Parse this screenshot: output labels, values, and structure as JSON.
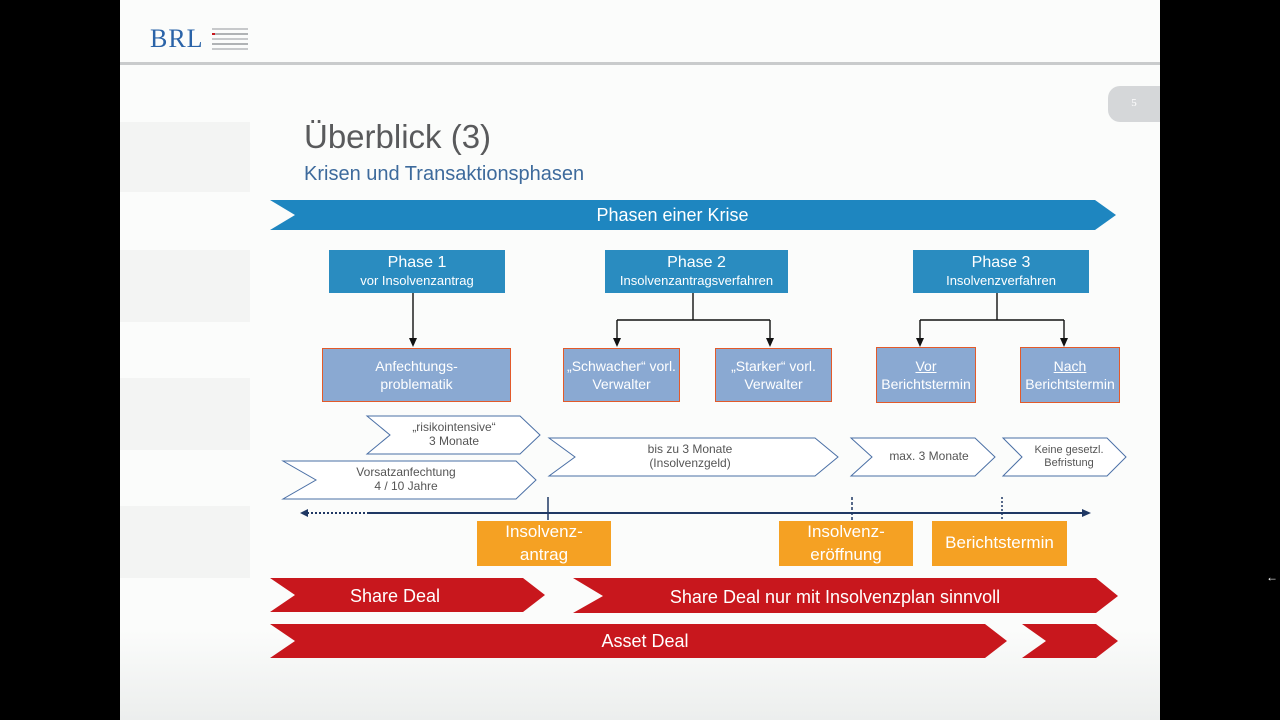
{
  "header": {
    "logo_text": "BRL",
    "page_number": "5"
  },
  "title": "Überblick (3)",
  "subtitle": "Krisen und Transaktionsphasen",
  "crisis_banner": "Phasen einer Krise",
  "phases": [
    {
      "title": "Phase 1",
      "subtitle": "vor Insolvenzantrag"
    },
    {
      "title": "Phase 2",
      "subtitle": "Insolvenzantragsverfahren"
    },
    {
      "title": "Phase 3",
      "subtitle": "Insolvenzverfahren"
    }
  ],
  "sub_boxes": {
    "anfechtung": {
      "line1": "Anfechtungs-",
      "line2": "problematik"
    },
    "schwacher": {
      "line1": "„Schwacher“ vorl.",
      "line2": "Verwalter"
    },
    "starker": {
      "line1": "„Starker“ vorl.",
      "line2": "Verwalter"
    },
    "vor": {
      "line1": "Vor",
      "line2": "Berichtstermin"
    },
    "nach": {
      "line1": "Nach",
      "line2": "Berichtstermin"
    }
  },
  "periods": {
    "risiko": {
      "line1": "„risikointensive“",
      "line2": "3 Monate"
    },
    "vorsatz": {
      "line1": "Vorsatzanfechtung",
      "line2": "4 / 10 Jahre"
    },
    "bis3": {
      "line1": "bis zu 3 Monate",
      "line2": "(Insolvenzgeld)"
    },
    "max3": {
      "line1": "max. 3 Monate"
    },
    "keine": {
      "line1": "Keine gesetzl.",
      "line2": "Befristung"
    }
  },
  "milestones": {
    "antrag": {
      "line1": "Insolvenz-",
      "line2": "antrag"
    },
    "eroeffnung": {
      "line1": "Insolvenz-",
      "line2": "eröffnung"
    },
    "bericht": {
      "line1": "Berichtstermin"
    }
  },
  "deals": {
    "share_deal": "Share Deal",
    "share_deal_plan": "Share Deal nur mit Insolvenzplan sinnvoll",
    "asset_deal": "Asset Deal"
  },
  "edge_arrow": "←",
  "colors": {
    "banner_blue": "#1e86c0",
    "phase_blue": "#2a8cc0",
    "sub_box_blue": "#8aa9d2",
    "sub_box_border": "#e25a2a",
    "milestone_orange": "#f5a123",
    "deal_red": "#c8171d",
    "timeline_navy": "#1f3864"
  }
}
